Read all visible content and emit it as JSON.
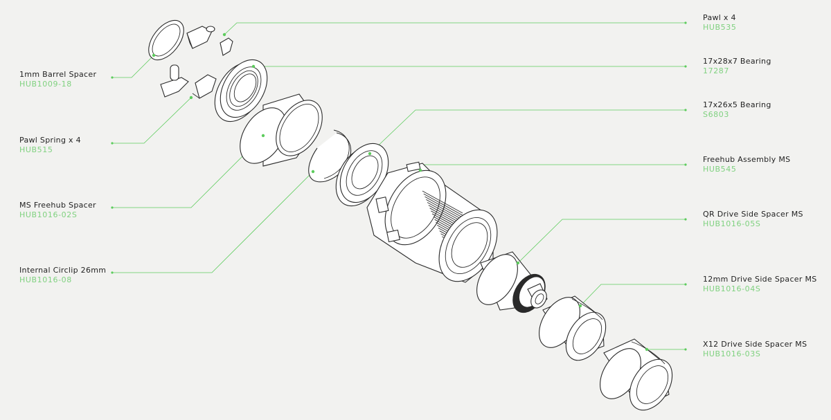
{
  "colors": {
    "background": "#f2f2f0",
    "label_text": "#222222",
    "code_text": "#7fd17f",
    "leader_line": "#5dcc5d",
    "line_art": "#2a2a2a"
  },
  "labels": {
    "left": [
      {
        "name": "1mm Barrel Spacer",
        "code": "HUB1009-18"
      },
      {
        "name": "Pawl Spring x 4",
        "code": "HUB515"
      },
      {
        "name": "MS Freehub Spacer",
        "code": "HUB1016-02S"
      },
      {
        "name": "Internal Circlip 26mm",
        "code": "HUB1016-08"
      }
    ],
    "right": [
      {
        "name": "Pawl x 4",
        "code": "HUB535"
      },
      {
        "name": "17x28x7 Bearing",
        "code": "17287"
      },
      {
        "name": "17x26x5 Bearing",
        "code": "S6803"
      },
      {
        "name": "Freehub Assembly MS",
        "code": "HUB545"
      },
      {
        "name": "QR Drive Side Spacer MS",
        "code": "HUB1016-05S"
      },
      {
        "name": "12mm Drive Side Spacer MS",
        "code": "HUB1016-04S"
      },
      {
        "name": "X12 Drive Side Spacer MS",
        "code": "HUB1016-03S"
      }
    ]
  }
}
